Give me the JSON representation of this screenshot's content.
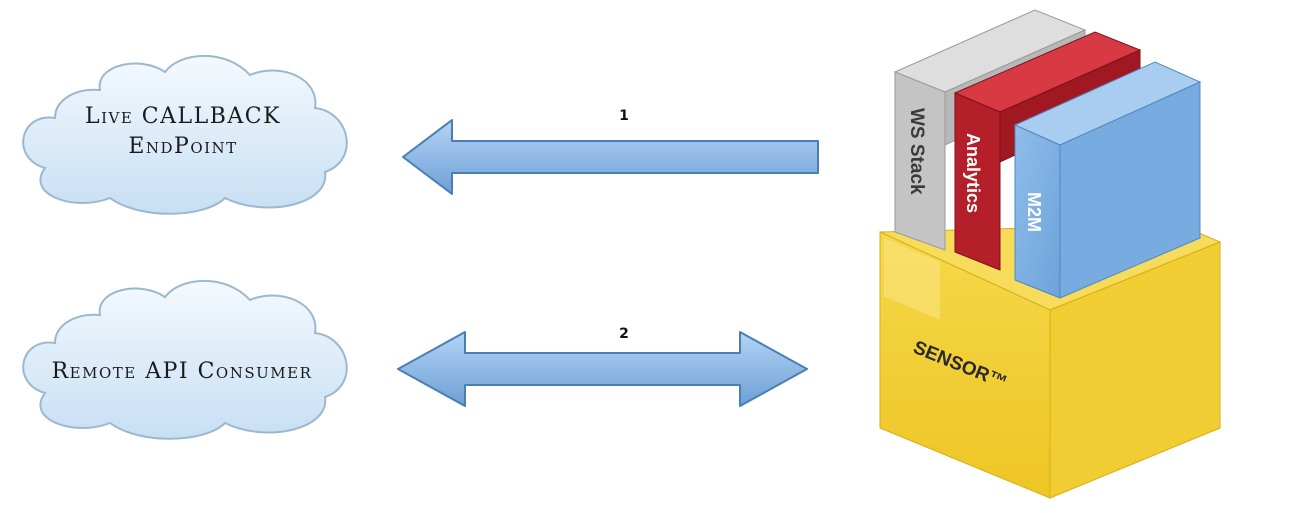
{
  "clouds": [
    {
      "line1": "Live CALLBACK",
      "line2": "EndPoint"
    },
    {
      "line1": "Remote API Consumer",
      "line2": ""
    }
  ],
  "arrows": [
    {
      "label": "1",
      "direction": "left"
    },
    {
      "label": "2",
      "direction": "both"
    }
  ],
  "stack": {
    "ws_label": "WS Stack",
    "analytics_label": "Analytics",
    "m2m_label": "M2M",
    "sensor_label": "SENSOR™"
  },
  "colors": {
    "cloud_fill": "#dfeefa",
    "cloud_stroke": "#9cb8cf",
    "arrow_fill": "#88b9e8",
    "arrow_stroke": "#4a7fb5",
    "ws_gray": "#c9c9c9",
    "analytics_red": "#b8232e",
    "m2m_blue": "#7fb0e0",
    "sensor_yellow": "#f2cc2c"
  }
}
